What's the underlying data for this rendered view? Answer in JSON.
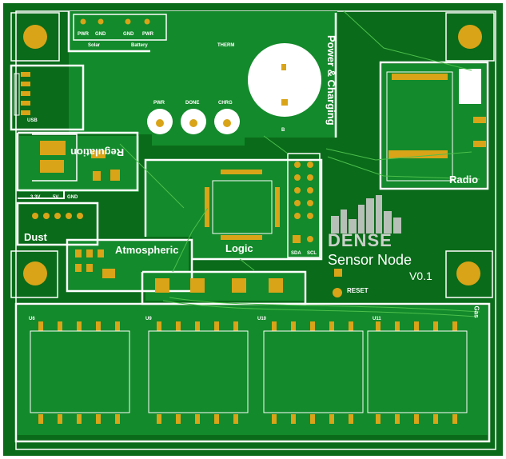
{
  "colors": {
    "board": "#0a6b1a",
    "copper": "#138a2b",
    "silkscreen": "#ffffff",
    "pad_gold": "#d9a418",
    "trace": "#4cbf4c"
  },
  "sections": {
    "power": "Power & Charging",
    "regulation": "Regulation",
    "dust": "Dust",
    "atmospheric": "Atmospheric",
    "logic": "Logic",
    "radio": "Radio",
    "gas": "Gas",
    "usb": "USB"
  },
  "labels": {
    "pwr": "PWR",
    "gnd": "GND",
    "solar": "Solar",
    "battery": "Battery",
    "therm": "THERM",
    "led_pwr": "PWR",
    "led_done": "DONE",
    "led_chrg": "CHRG",
    "sda": "SDA",
    "scl": "SCL",
    "reset": "RESET",
    "v33": "3.3V",
    "v5": "5V",
    "dust_gnd": "GND",
    "u6": "U6",
    "u9": "U9",
    "u10": "U10",
    "u11": "U11",
    "b1": "B"
  },
  "logo": {
    "brand": "DENSE",
    "product": "Sensor Node",
    "version": "V0.1"
  }
}
